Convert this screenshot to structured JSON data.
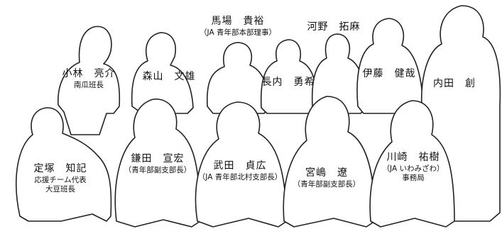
{
  "people": [
    {
      "name": "馬場　貴裕",
      "titles": [
        "（JA 青年部本部理事）"
      ]
    },
    {
      "name": "河野　拓麻",
      "titles": []
    },
    {
      "name": "小林　亮介",
      "titles": [
        "南瓜班長"
      ]
    },
    {
      "name": "森山　文雄",
      "titles": []
    },
    {
      "name": "長内　勇希",
      "titles": []
    },
    {
      "name": "伊藤　健哉",
      "titles": []
    },
    {
      "name": "内田　創",
      "titles": []
    },
    {
      "name": "定塚　知記",
      "titles": [
        "応援チーム代表",
        "大豆班長"
      ]
    },
    {
      "name": "鎌田　宣宏",
      "titles": [
        "（青年部副支部長）"
      ]
    },
    {
      "name": "武田　貞広",
      "titles": [
        "（JA 青年部北村支部長）"
      ]
    },
    {
      "name": "宮嶋　遼",
      "titles": [
        "（青年部副支部長）"
      ]
    },
    {
      "name": "川崎　祐樹",
      "titles": [
        "（JA いわみざわ）",
        "事務局"
      ]
    }
  ]
}
